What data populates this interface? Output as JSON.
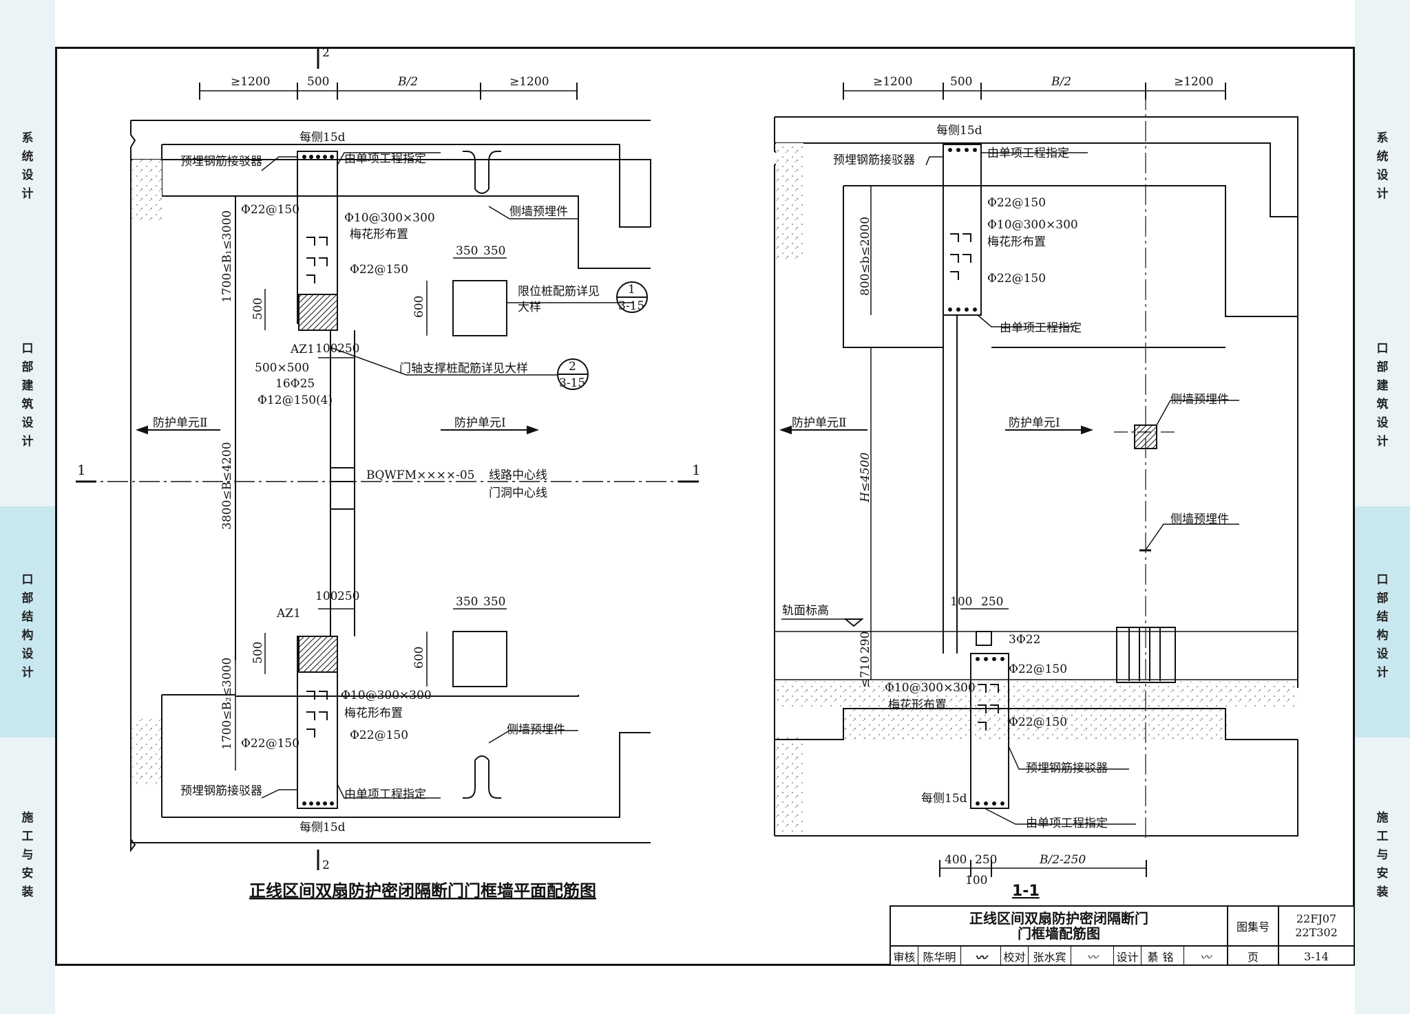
{
  "side_tabs": {
    "left": [
      "系统设计",
      "口部建筑设计",
      "口部结构设计",
      "施工与安装"
    ],
    "right": [
      "系统设计",
      "口部建筑设计",
      "口部结构设计",
      "施工与安装"
    ],
    "colors": {
      "normal": "#e6f3f6",
      "active": "#cfe9f0"
    }
  },
  "plan": {
    "title": "正线区间双扇防护密闭隔断门门框墙平面配筋图",
    "section_mark": "2",
    "section_cut": "1",
    "dims_top": [
      "≥1200",
      "500",
      "B/2",
      "≥1200"
    ],
    "labels": {
      "each_side_top": "每侧15d",
      "coupler_top": "预埋钢筋接驳器",
      "specified_top": "由单项工程指定",
      "side_embed_top": "侧墙预埋件",
      "rebar_a": "Φ22@150",
      "tie": "Φ10@300×300",
      "plum": "梅花形布置",
      "rebar_b": "Φ22@150",
      "pile_limit": "限位桩配筋详见",
      "detail_word": "大样",
      "detail1_num": "1",
      "detail1_page": "3-15",
      "detail2_num": "2",
      "detail2_page": "3-15",
      "hinge_pile": "门轴支撑桩配筋详见大样",
      "az1_top": "AZ1",
      "az1_size": "500×500",
      "az1_main": "16Φ25",
      "az1_stirrup": "Φ12@150(4)",
      "unit2": "防护单元Ⅱ",
      "unit1": "防护单元Ⅰ",
      "door_code": "BQWFM××××-05",
      "line_center": "线路中心线",
      "door_center": "门洞中心线",
      "dim_350a": "350",
      "dim_350b": "350",
      "dim_600": "600",
      "dim_500": "500",
      "dim_100": "100",
      "dim_250": "250",
      "dim_b1": "1700≤B₁≤3000",
      "dim_b": "3800≤B≤4200",
      "dim_b2": "1700≤B₂≤3000",
      "az1_bottom": "AZ1",
      "coupler_bottom": "预埋钢筋接驳器",
      "specified_bottom": "由单项工程指定",
      "each_side_bottom": "每侧15d",
      "side_embed_bottom": "侧墙预埋件"
    }
  },
  "section": {
    "title": "1-1",
    "dims_top": [
      "≥1200",
      "500",
      "B/2",
      "≥1200"
    ],
    "dims_bottom": [
      "400",
      "250",
      "B/2-250",
      "100"
    ],
    "labels": {
      "each_side_top": "每侧15d",
      "coupler_top": "预埋钢筋接驳器",
      "specified_top": "由单项工程指定",
      "rebar_a": "Φ22@150",
      "tie": "Φ10@300×300",
      "plum": "梅花形布置",
      "rebar_b": "Φ22@150",
      "specified_mid": "由单项工程指定",
      "dim_b": "800≤b≤2000",
      "dim_h": "H≤4500",
      "unit2": "防护单元Ⅱ",
      "unit1": "防护单元Ⅰ",
      "side_embed_1": "侧墙预埋件",
      "side_embed_2": "侧墙预埋件",
      "rail_level": "轨面标高",
      "dim_100": "100",
      "dim_250": "250",
      "dim_290": "290",
      "dim_710": "≤710",
      "bars_3": "3Φ22",
      "rebar_c": "Φ22@150",
      "tie_b": "Φ10@300×300",
      "plum_b": "梅花形布置",
      "rebar_d": "Φ22@150",
      "coupler_bottom": "预埋钢筋接驳器",
      "each_side_bottom": "每侧15d",
      "specified_bottom": "由单项工程指定"
    }
  },
  "title_block": {
    "drawing_title_1": "正线区间双扇防护密闭隔断门",
    "drawing_title_2": "门框墙配筋图",
    "atlas_label": "图集号",
    "atlas_no_1": "22FJ07",
    "atlas_no_2": "22T302",
    "review_label": "审核",
    "reviewer": "陈华明",
    "check_label": "校对",
    "checker": "张水宾",
    "design_label": "设计",
    "designer": "綦铭",
    "page_label": "页",
    "page_no": "3-14"
  }
}
